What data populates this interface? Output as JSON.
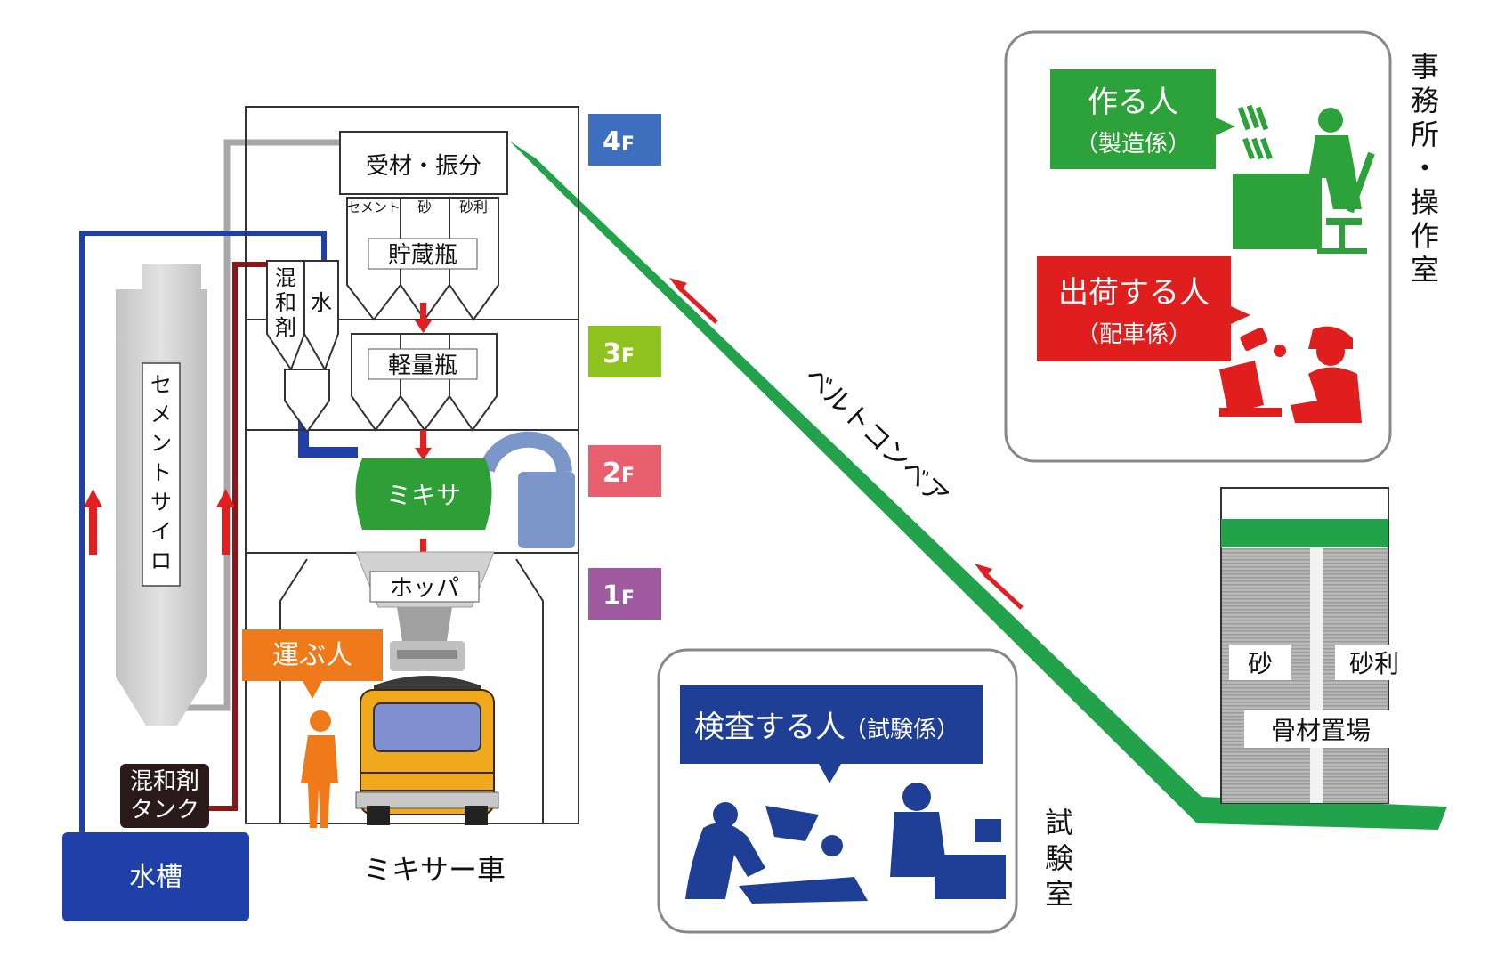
{
  "facility": {
    "reception": "受材・振分",
    "bin_cement": "セメント",
    "bin_sand": "砂",
    "bin_gravel": "砂利",
    "storage": "貯蔵瓶",
    "weighing": "軽量瓶",
    "admixture_v": [
      "混",
      "和",
      "剤"
    ],
    "water": "水",
    "mixer": "ミキサ",
    "hopper": "ホッパ",
    "silo_v": [
      "セ",
      "メ",
      "ン",
      "ト",
      "サ",
      "イ",
      "ロ"
    ],
    "admixture_tank_l1": "混和剤",
    "admixture_tank_l2": "タンク",
    "water_tank": "水槽",
    "mixer_truck": "ミキサー車",
    "transporter": "運ぶ人"
  },
  "floors": [
    {
      "label": "4",
      "unit": "F",
      "color": "#3e6fbf"
    },
    {
      "label": "3",
      "unit": "F",
      "color": "#8ec21f"
    },
    {
      "label": "2",
      "unit": "F",
      "color": "#e8606d"
    },
    {
      "label": "1",
      "unit": "F",
      "color": "#a05aa0"
    }
  ],
  "conveyor": {
    "label_chars": [
      "ベ",
      "ル",
      "ト",
      "コ",
      "ン",
      "ベ",
      "ア"
    ],
    "color": "#22a24a"
  },
  "office": {
    "title_v": [
      "事",
      "務",
      "所",
      "・",
      "操",
      "作",
      "室"
    ],
    "maker_l1": "作る人",
    "maker_l2": "（製造係）",
    "maker_color": "#2ea23a",
    "shipper_l1": "出荷する人",
    "shipper_l2": "（配車係）",
    "shipper_color": "#e01e1e"
  },
  "lab": {
    "title_v": [
      "試",
      "験",
      "室"
    ],
    "inspector_main": "検査する人",
    "inspector_sub": "（試験係）",
    "color": "#1e3f95"
  },
  "yard": {
    "sand": "砂",
    "gravel": "砂利",
    "label": "骨材置場"
  }
}
